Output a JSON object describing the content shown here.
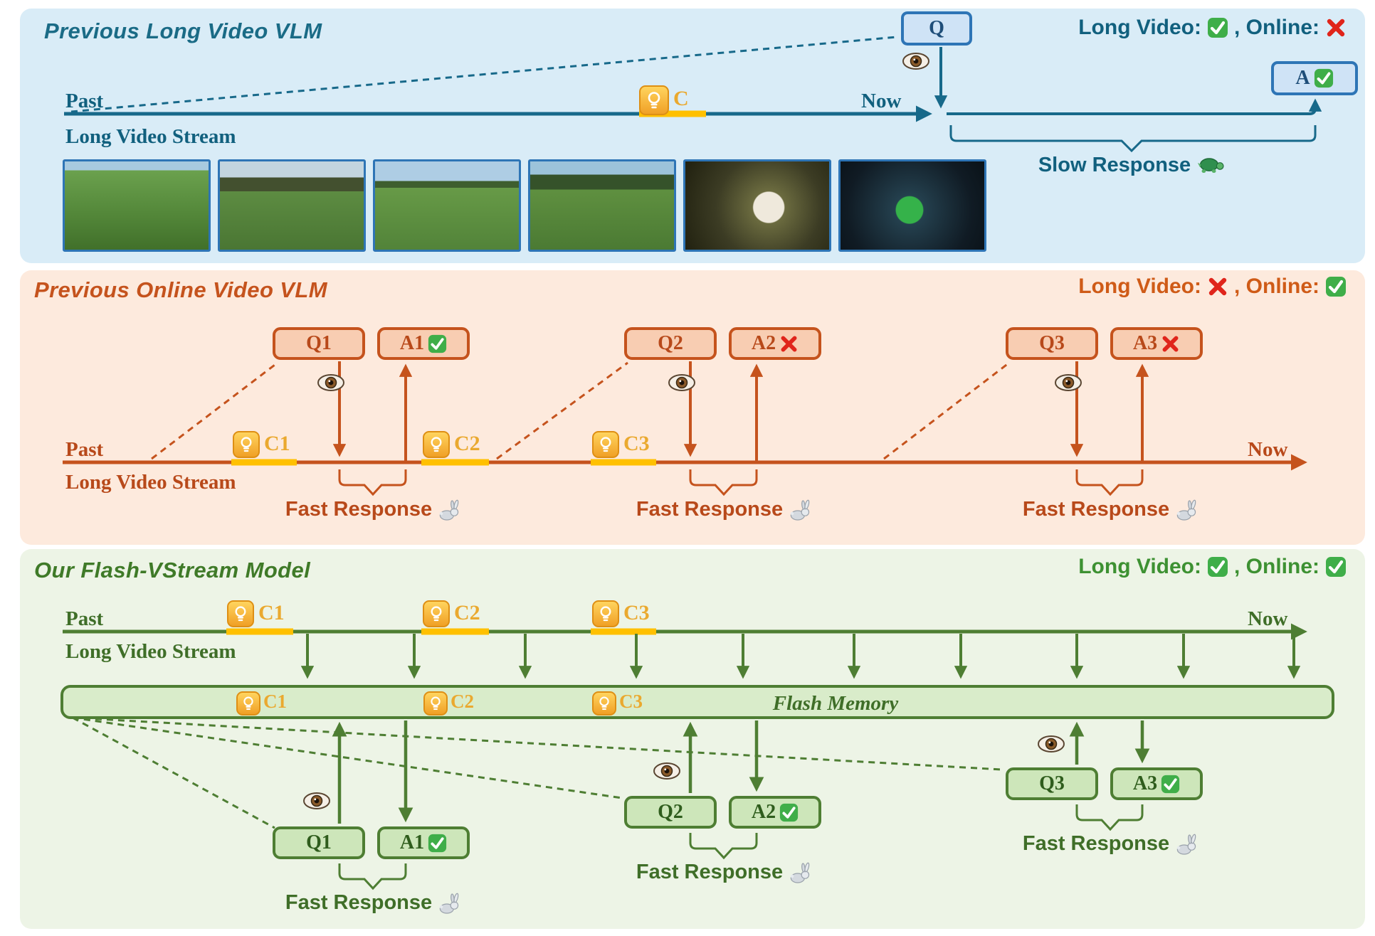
{
  "panel1": {
    "title": "Previous Long Video VLM",
    "status": {
      "long_video_label": "Long Video:",
      "long_video_icon": "check",
      "online_label": ", Online:",
      "online_icon": "cross"
    },
    "timeline": {
      "past": "Past",
      "now": "Now",
      "stream": "Long Video Stream"
    },
    "query_label": "Q",
    "answer_label": "A",
    "caption_label": "C",
    "response_label": "Slow Response",
    "response_icon": "turtle",
    "video_frames": [
      "boy-kicking-ball-on-field",
      "kids-team-walking",
      "players-on-training-pitch",
      "match-by-trees",
      "closeup-kick-with-ball",
      "goalkeeper-diving-save"
    ]
  },
  "panel2": {
    "title": "Previous Online Video VLM",
    "status": {
      "long_video_label": "Long Video:",
      "long_video_icon": "cross",
      "online_label": ", Online:",
      "online_icon": "check"
    },
    "timeline": {
      "past": "Past",
      "now": "Now",
      "stream": "Long Video Stream"
    },
    "captions": [
      "C1",
      "C2",
      "C3"
    ],
    "qa": [
      {
        "q": "Q1",
        "a": "A1",
        "answer_icon": "check"
      },
      {
        "q": "Q2",
        "a": "A2",
        "answer_icon": "cross"
      },
      {
        "q": "Q3",
        "a": "A3",
        "answer_icon": "cross"
      }
    ],
    "response_label": "Fast Response",
    "response_icon": "rabbit"
  },
  "panel3": {
    "title": "Our Flash-VStream Model",
    "status": {
      "long_video_label": "Long Video:",
      "long_video_icon": "check",
      "online_label": ", Online:",
      "online_icon": "check"
    },
    "timeline": {
      "past": "Past",
      "now": "Now",
      "stream": "Long Video Stream"
    },
    "captions": [
      "C1",
      "C2",
      "C3"
    ],
    "memory": {
      "label": "Flash Memory",
      "captions": [
        "C1",
        "C2",
        "C3"
      ]
    },
    "qa": [
      {
        "q": "Q1",
        "a": "A1",
        "answer_icon": "check"
      },
      {
        "q": "Q2",
        "a": "A2",
        "answer_icon": "check"
      },
      {
        "q": "Q3",
        "a": "A3",
        "answer_icon": "check"
      }
    ],
    "response_label": "Fast Response",
    "response_icon": "rabbit"
  },
  "colors": {
    "panel1_bg": "#d9ecf7",
    "panel1_accent": "#17698a",
    "panel1_text": "#11607e",
    "panel2_bg": "#fdeadd",
    "panel2_accent": "#c5531d",
    "panel3_bg": "#edf4e6",
    "panel3_accent": "#4e7e33",
    "caption_yellow": "#ffc000",
    "caption_badge": "#f0a026",
    "check_green": "#3fae49",
    "cross_red": "#e0251b",
    "qa_blue": "#2e75b6"
  }
}
